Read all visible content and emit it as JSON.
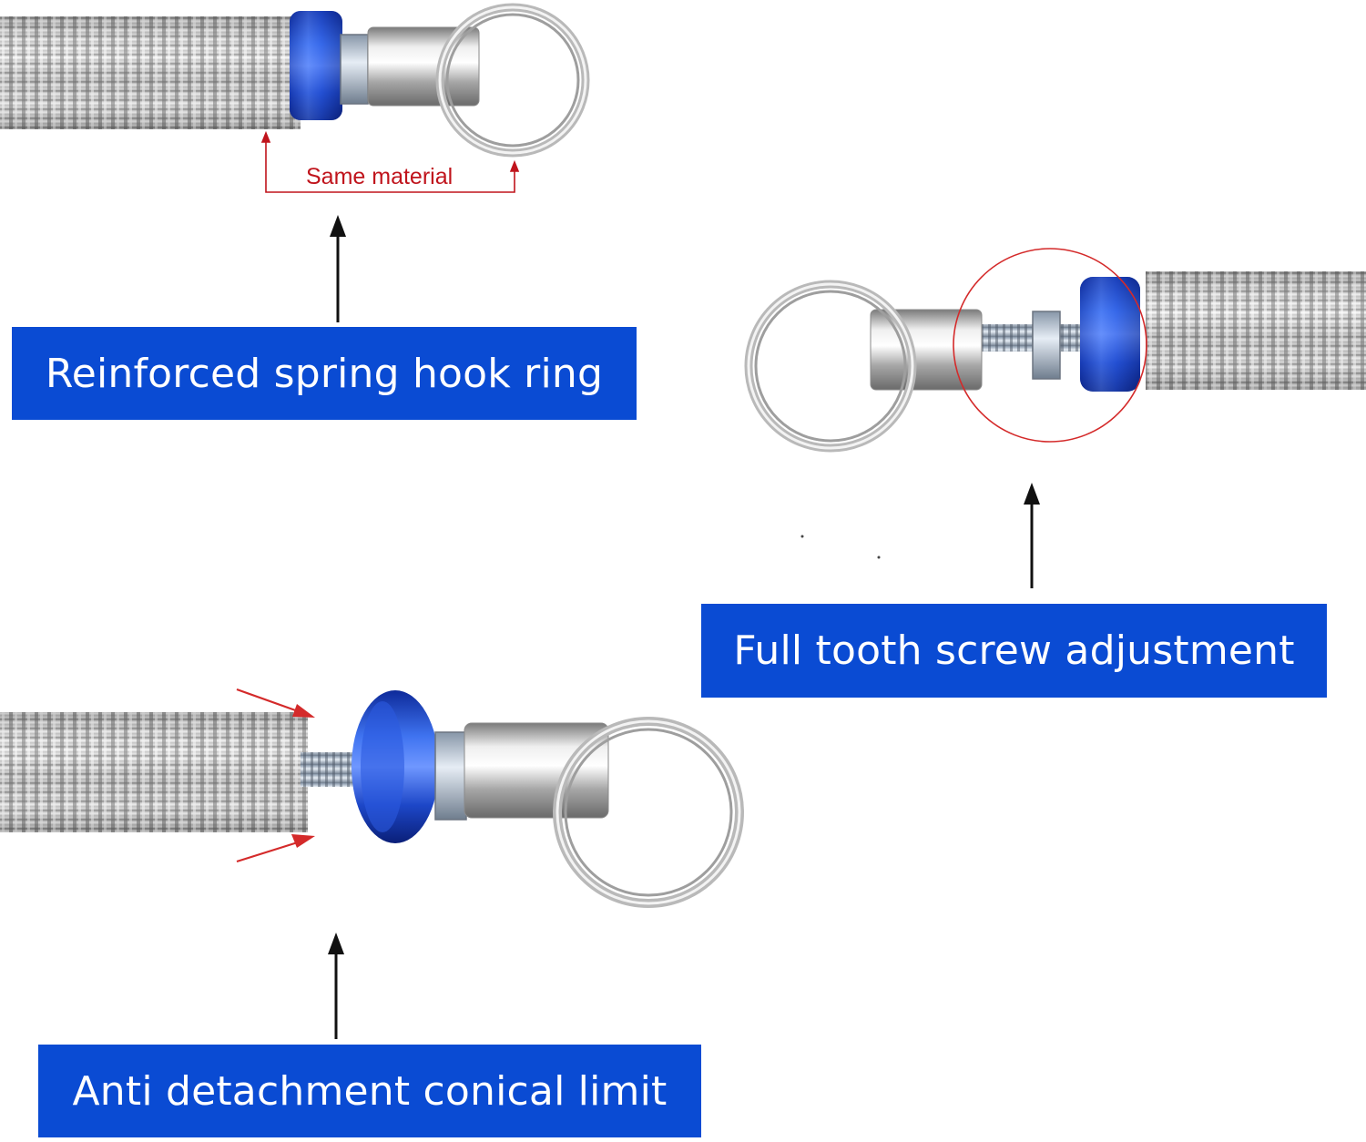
{
  "labels": {
    "top_left": "Reinforced spring hook ring",
    "right": "Full tooth screw adjustment",
    "bottom_left": "Anti detachment conical limit"
  },
  "annotation": {
    "same_material": "Same material"
  },
  "colors": {
    "label_bg": "#0a4bd3",
    "label_text": "#ffffff",
    "annotation_red": "#c0141c",
    "cap_blue": "#1f4fd6"
  }
}
